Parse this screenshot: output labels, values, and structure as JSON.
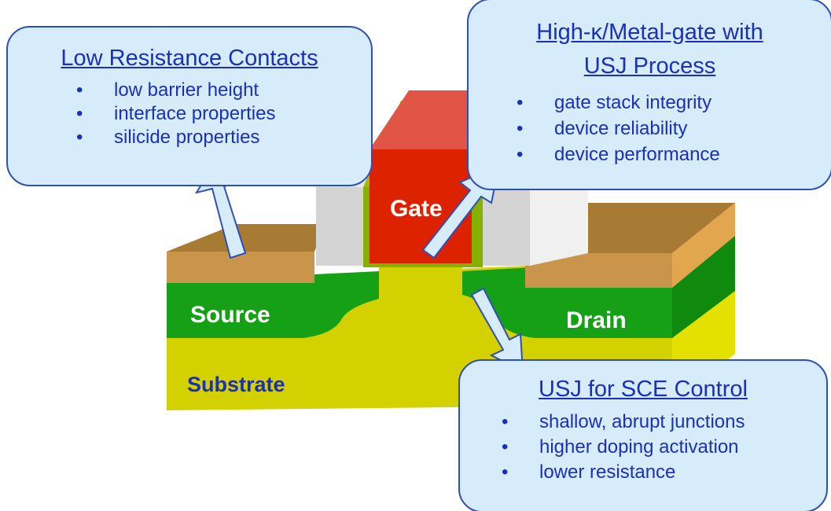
{
  "device": {
    "gate_label": "Gate",
    "source_label": "Source",
    "drain_label": "Drain",
    "substrate_label": "Substrate"
  },
  "callouts": {
    "contacts": {
      "title": "Low Resistance Contacts",
      "items": [
        "low barrier height",
        "interface properties",
        "silicide properties"
      ]
    },
    "gate": {
      "title_line1": "High-κ/Metal-gate with",
      "title_line2": "USJ Process",
      "items": [
        "gate stack integrity",
        "device reliability",
        "device performance"
      ]
    },
    "usj": {
      "title": "USJ for SCE Control",
      "items": [
        "shallow, abrupt junctions",
        "higher doping activation",
        "lower resistance"
      ]
    }
  },
  "colors": {
    "callout_fill": "#d6ecfa",
    "callout_border": "#2f4fb8",
    "callout_text": "#1b2fb8",
    "gate_red": "#dd2200",
    "silicide_tan": "#c9954a",
    "junction_green": "#16a016",
    "substrate_yellow": "#d4d100",
    "spacer_gray": "#d4d4d4"
  }
}
